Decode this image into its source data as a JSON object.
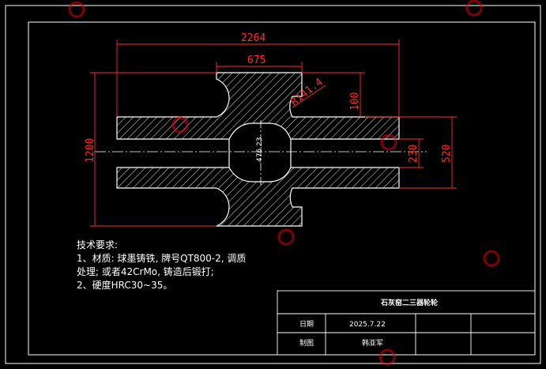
{
  "drawing": {
    "dimensions": {
      "overall_length": "2264",
      "flange_width": "675",
      "fillet_radius": "R141.4",
      "flange_step": "100",
      "overall_height": "1200",
      "shaft_diameter": "230",
      "hub_diameter": "520",
      "bore_diameter": "476.23"
    },
    "notes": {
      "title": "技术要求:",
      "line1": "1、材质: 球墨铸铁, 牌号QT800-2, 调质",
      "line2": "处理; 或者42CrMo, 铸造后锻打;",
      "line3": "2、硬度HRC30~35。"
    },
    "title_block": {
      "part_name": "石灰窑二三器轮轮",
      "date_label": "日期",
      "date_value": "2025.7.22",
      "drawn_label": "制图",
      "drawn_value": "韩亚军"
    }
  },
  "colors": {
    "background": "#000000",
    "outline": "#ffffff",
    "dimension": "#ff2b2b",
    "watermark": "#e8000b"
  }
}
